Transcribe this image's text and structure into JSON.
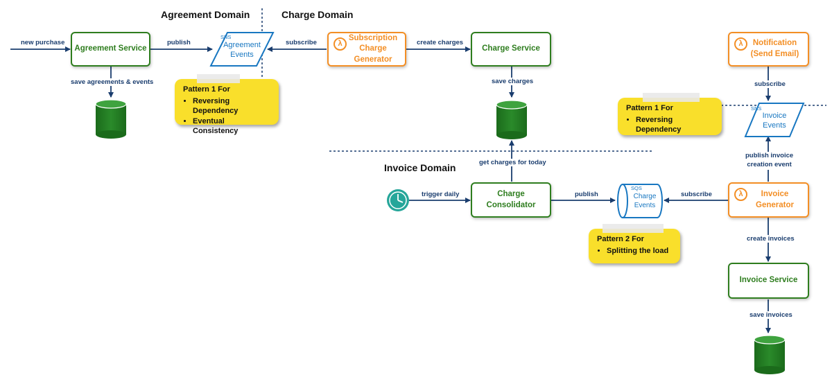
{
  "domains": {
    "agreement": "Agreement Domain",
    "charge": "Charge Domain",
    "invoice": "Invoice Domain"
  },
  "services": {
    "agreement": "Agreement Service",
    "charge": "Charge Service",
    "charge_consolidator": [
      "Charge",
      "Consolidator"
    ],
    "invoice": "Invoice Service"
  },
  "lambdas": {
    "subscription_charge_generator": [
      "Subscription",
      "Charge Generator"
    ],
    "notification": [
      "Notification",
      "(Send Email)"
    ],
    "invoice_generator": [
      "Invoice",
      "Generator"
    ]
  },
  "queues": {
    "agreement_events": {
      "tag": "SNS",
      "lines": [
        "Agreement",
        "Events"
      ]
    },
    "invoice_events": {
      "tag": "SNS",
      "lines": [
        "Invoice",
        "Events"
      ]
    },
    "charge_events": {
      "tag": "SQS",
      "lines": [
        "Charge",
        "Events"
      ]
    }
  },
  "edges": {
    "new_purchase": "new purchase",
    "publish_agreement": "publish",
    "save_agreements": "save agreements & events",
    "subscribe_agreement": "subscribe",
    "create_charges": "create charges",
    "save_charges": "save charges",
    "get_charges": "get charges for today",
    "trigger_daily": "trigger daily",
    "publish_charge": "publish",
    "subscribe_charge": "subscribe",
    "subscribe_invoice": "subscribe",
    "publish_invoice_event": [
      "publish invoice",
      "creation event"
    ],
    "create_invoices": "create invoices",
    "save_invoices": "save invoices"
  },
  "notes": {
    "pattern1_a": {
      "title": "Pattern 1 For",
      "items": [
        "Reversing Dependency",
        "Eventual Consistency"
      ]
    },
    "pattern1_b": {
      "title": "Pattern 1 For",
      "items": [
        "Reversing Dependency"
      ]
    },
    "pattern2": {
      "title": "Pattern 2 For",
      "items": [
        "Splitting the load"
      ]
    }
  },
  "icons": {
    "lambda": "λ",
    "database": "database-icon",
    "clock": "clock-icon"
  },
  "colors": {
    "service_green": "#2e7d1e",
    "lambda_orange": "#f38e24",
    "queue_blue": "#1877c1",
    "arrow_navy": "#1a3d6e",
    "note_yellow": "#f9df2b",
    "clock_teal": "#26a69a",
    "db_green": "#1f7a1f"
  }
}
